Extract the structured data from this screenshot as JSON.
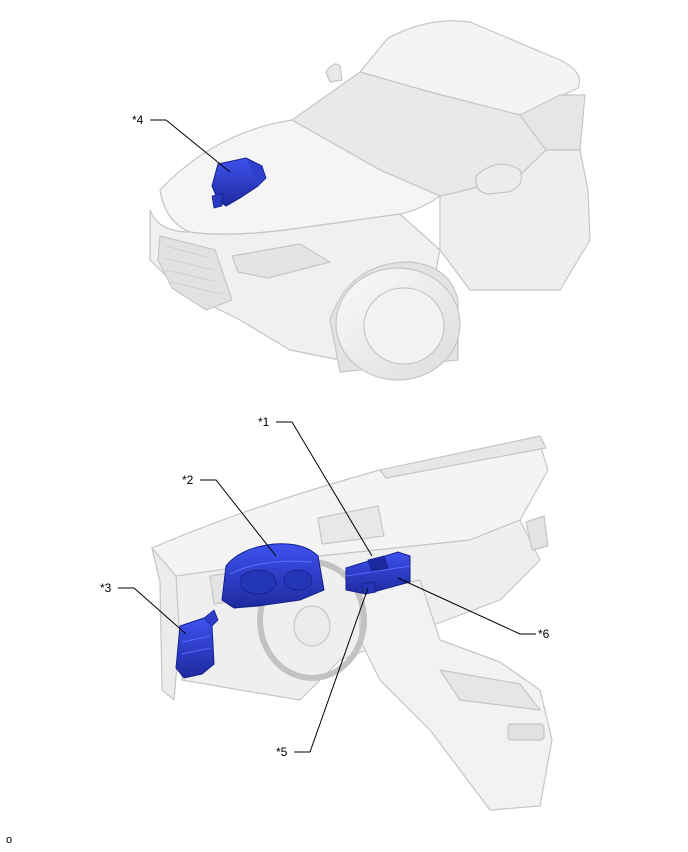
{
  "callouts": {
    "c1": "*1",
    "c2": "*2",
    "c3": "*3",
    "c4": "*4",
    "c5": "*5",
    "c6": "*6"
  },
  "footer_mark": "o",
  "colors": {
    "component_blue": "#2c3fd6",
    "component_blue_dark": "#1a2699",
    "body_fill": "#f0f0f0",
    "body_stroke": "#c4c4c4"
  }
}
